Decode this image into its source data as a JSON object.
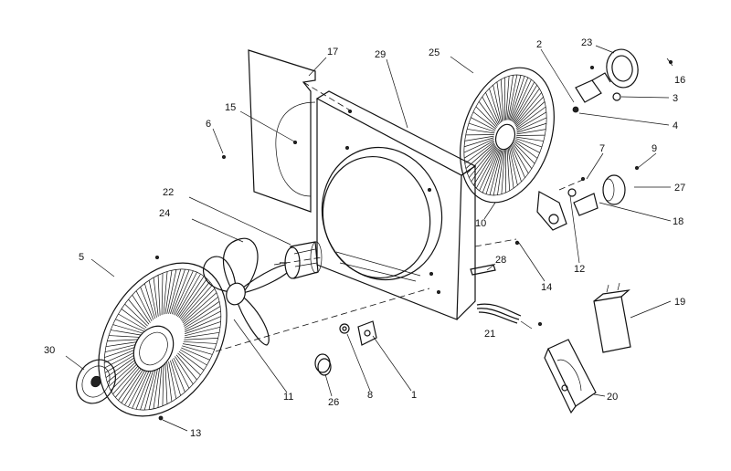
{
  "diagram": {
    "callouts": [
      {
        "id": "c1",
        "text": "1"
      },
      {
        "id": "c2",
        "text": "2"
      },
      {
        "id": "c3",
        "text": "3"
      },
      {
        "id": "c4",
        "text": "4"
      },
      {
        "id": "c5",
        "text": "5"
      },
      {
        "id": "c6",
        "text": "6"
      },
      {
        "id": "c7",
        "text": "7"
      },
      {
        "id": "c8",
        "text": "8"
      },
      {
        "id": "c9",
        "text": "9"
      },
      {
        "id": "c10",
        "text": "10"
      },
      {
        "id": "c11",
        "text": "11"
      },
      {
        "id": "c12",
        "text": "12"
      },
      {
        "id": "c13",
        "text": "13"
      },
      {
        "id": "c14",
        "text": "14"
      },
      {
        "id": "c15",
        "text": "15"
      },
      {
        "id": "c16",
        "text": "16"
      },
      {
        "id": "c17",
        "text": "17"
      },
      {
        "id": "c18",
        "text": "18"
      },
      {
        "id": "c19",
        "text": "19"
      },
      {
        "id": "c20",
        "text": "20"
      },
      {
        "id": "c21",
        "text": "21"
      },
      {
        "id": "c22",
        "text": "22"
      },
      {
        "id": "c23",
        "text": "23"
      },
      {
        "id": "c24",
        "text": "24"
      },
      {
        "id": "c25",
        "text": "25"
      },
      {
        "id": "c26",
        "text": "26"
      },
      {
        "id": "c27",
        "text": "27"
      },
      {
        "id": "c28",
        "text": "28"
      },
      {
        "id": "c29",
        "text": "29"
      },
      {
        "id": "c30",
        "text": "30"
      }
    ]
  }
}
